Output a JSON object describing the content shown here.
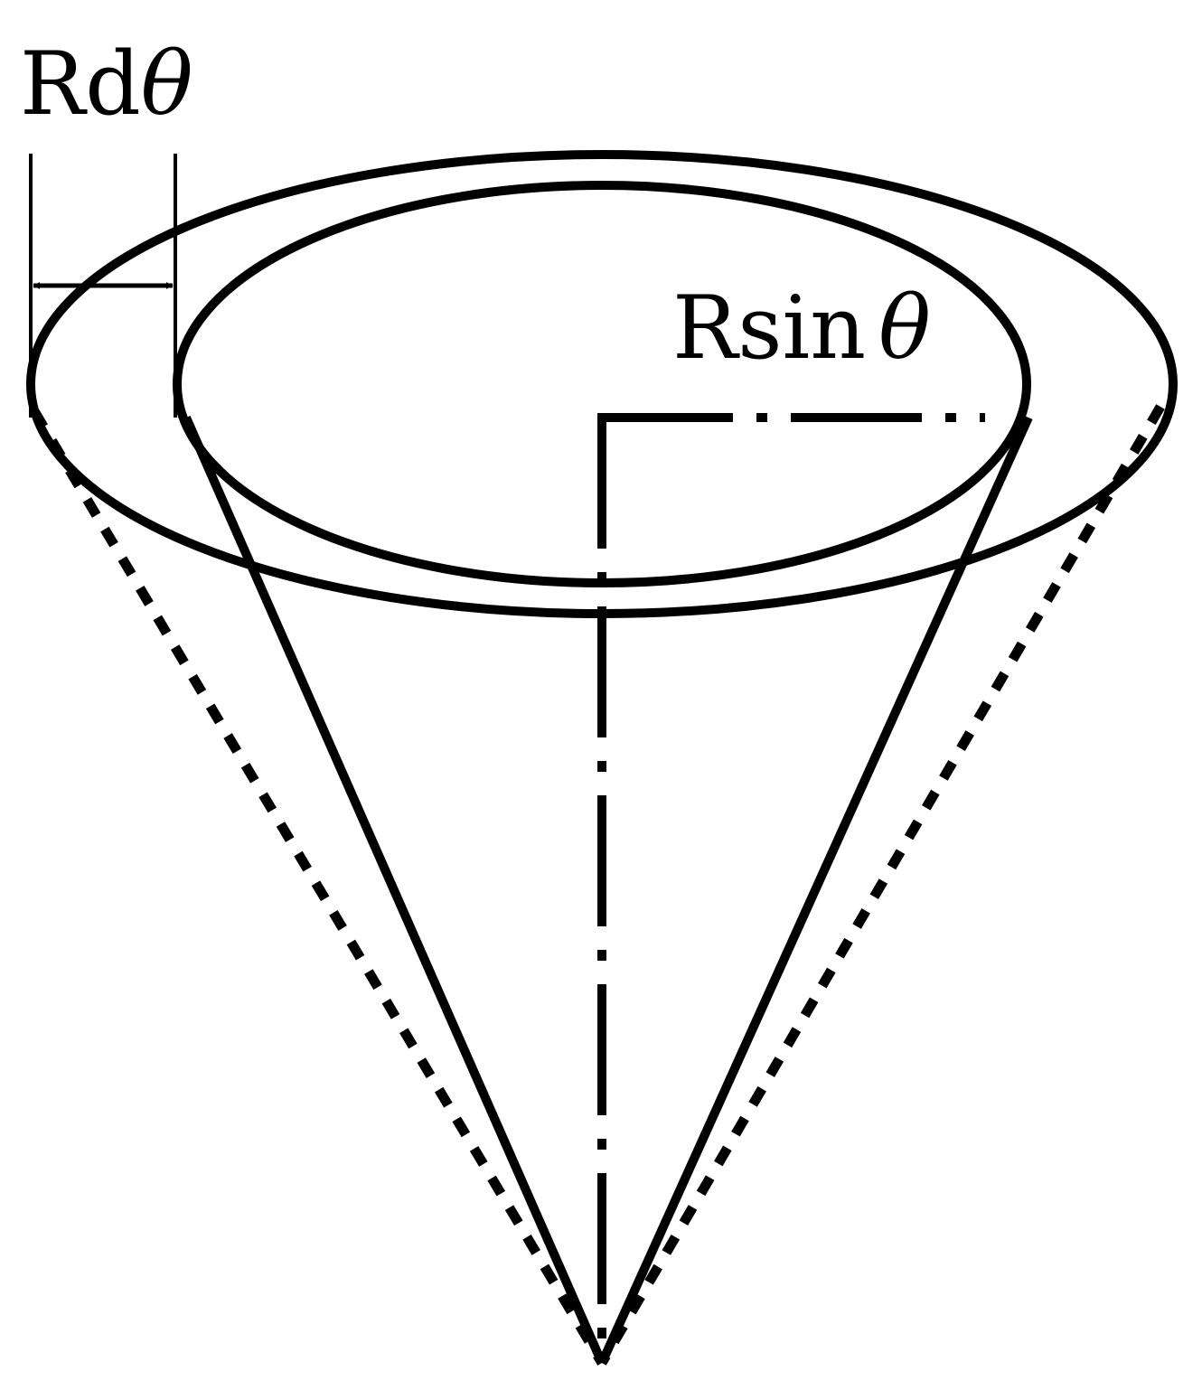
{
  "diagram": {
    "labels": {
      "arc_width_text": "Rd",
      "arc_width_symbol": "θ",
      "radius_text": "Rsin",
      "radius_symbol": "θ"
    },
    "colors": {
      "stroke": "#000000",
      "background": "#ffffff"
    }
  }
}
